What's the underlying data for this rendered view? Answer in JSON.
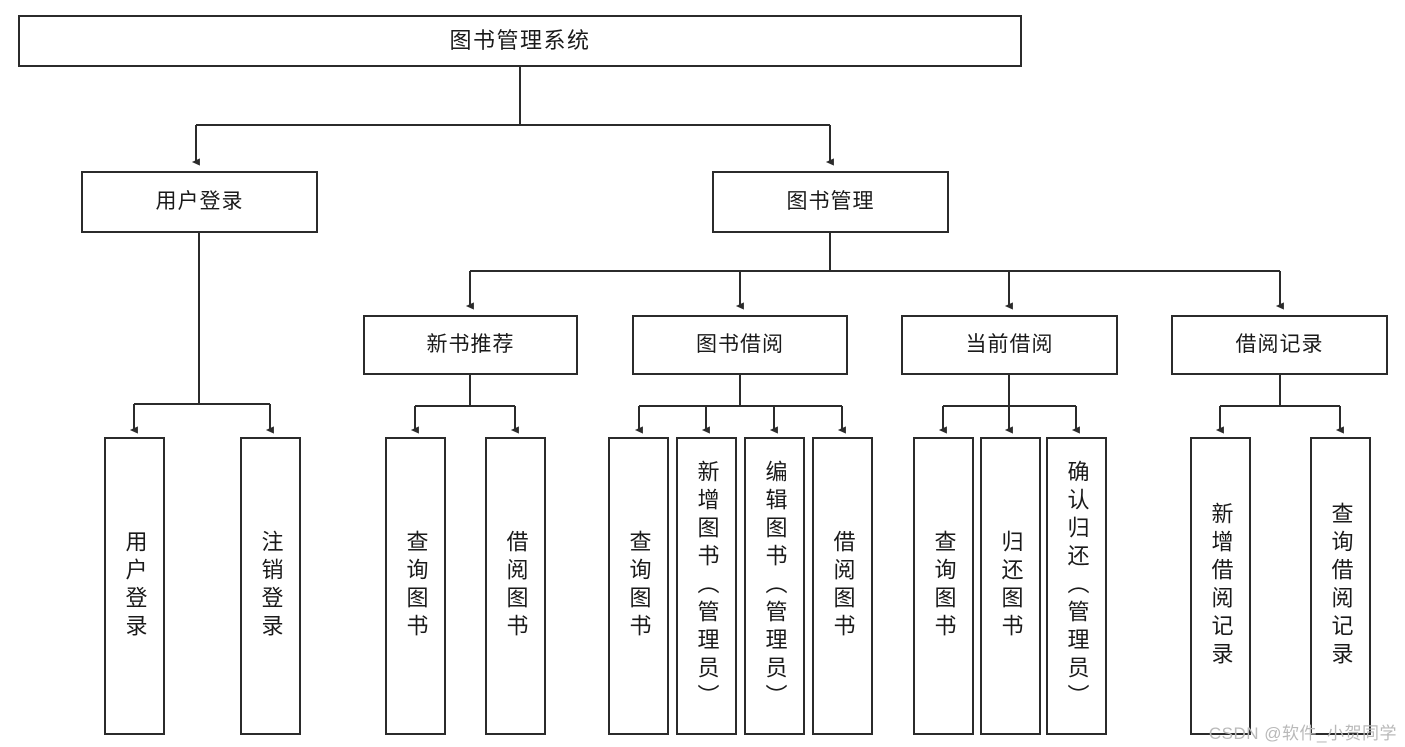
{
  "diagram": {
    "title": "图书管理系统",
    "type": "tree-hierarchy-chart",
    "watermark": "CSDN @软件_小贺同学",
    "colors": {
      "stroke": "#2b2b2b",
      "fill": "#ffffff",
      "text": "#1a1a1a",
      "watermark": "#b9b9b9"
    }
  },
  "nodes": {
    "root": {
      "label": "图书管理系统"
    },
    "level1": [
      {
        "id": "user-login",
        "label": "用户登录"
      },
      {
        "id": "book-manage",
        "label": "图书管理"
      }
    ],
    "level2": [
      {
        "id": "new-book-recommend",
        "label": "新书推荐"
      },
      {
        "id": "book-borrow",
        "label": "图书借阅"
      },
      {
        "id": "current-borrow",
        "label": "当前借阅"
      },
      {
        "id": "borrow-record",
        "label": "借阅记录"
      }
    ],
    "leaves": {
      "user-login": [
        {
          "id": "leaf-user-login",
          "label": "用户登录"
        },
        {
          "id": "leaf-user-logout",
          "label": "注销登录"
        }
      ],
      "new-book-recommend": [
        {
          "id": "leaf-query-book-1",
          "label": "查询图书"
        },
        {
          "id": "leaf-borrow-book-1",
          "label": "借阅图书"
        }
      ],
      "book-borrow": [
        {
          "id": "leaf-query-book-2",
          "label": "查询图书"
        },
        {
          "id": "leaf-add-book",
          "label": "新增图书（管理员）"
        },
        {
          "id": "leaf-edit-book",
          "label": "编辑图书（管理员）"
        },
        {
          "id": "leaf-borrow-book-2",
          "label": "借阅图书"
        }
      ],
      "current-borrow": [
        {
          "id": "leaf-query-book-3",
          "label": "查询图书"
        },
        {
          "id": "leaf-return-book",
          "label": "归还图书"
        },
        {
          "id": "leaf-confirm-return",
          "label": "确认归还（管理员）"
        }
      ],
      "borrow-record": [
        {
          "id": "leaf-add-record",
          "label": "新增借阅记录"
        },
        {
          "id": "leaf-query-record",
          "label": "查询借阅记录"
        }
      ]
    }
  }
}
